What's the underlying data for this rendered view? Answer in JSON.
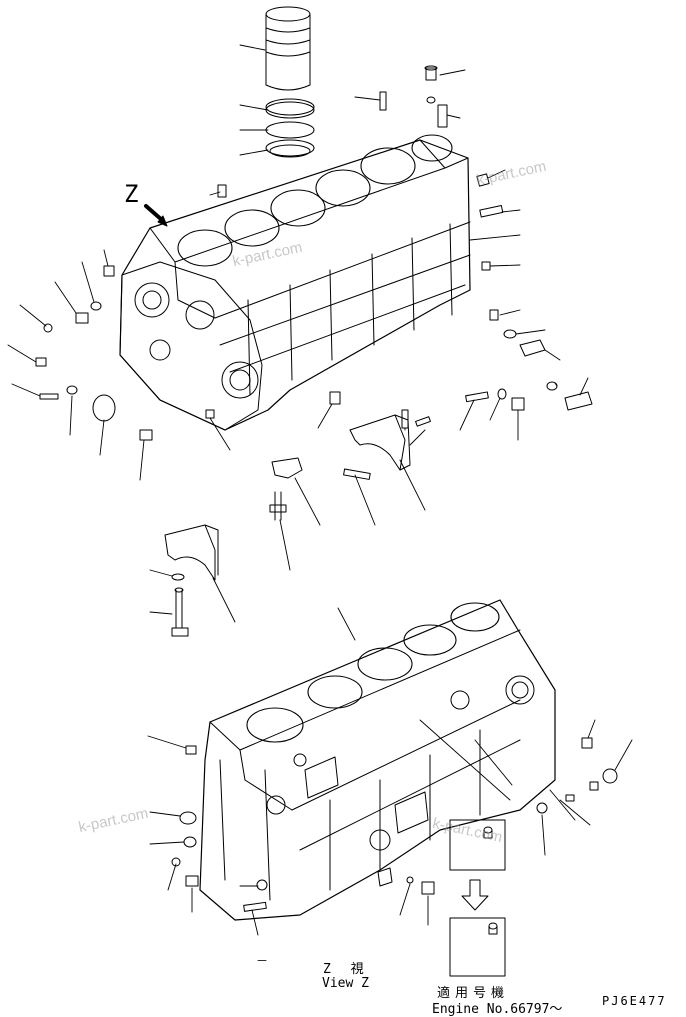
{
  "labels": {
    "z_letter": "Z",
    "view_jp": "Z 視",
    "view_en": "View Z",
    "dash": "－",
    "applicable_jp": "適用号機",
    "engine_no": "Engine No.66797～",
    "drawing_code": "PJ6E477"
  },
  "watermark": "k-part.com",
  "colors": {
    "line": "#000000",
    "paper": "#ffffff",
    "watermark": "#9a9a9a"
  }
}
